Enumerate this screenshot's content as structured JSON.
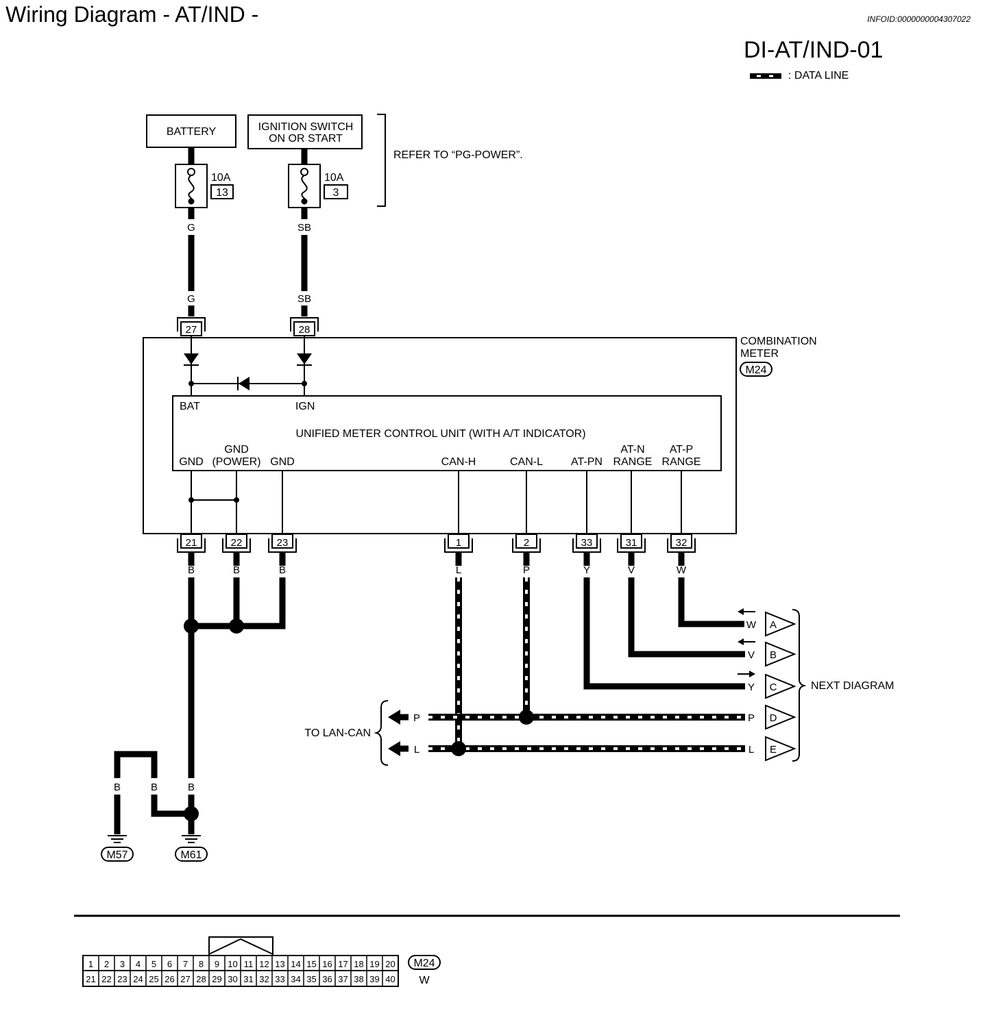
{
  "page": {
    "title": "Wiring Diagram - AT/IND -",
    "info_id": "INFOID:0000000004307022",
    "diagram_id": "DI-AT/IND-01",
    "legend_label": ": DATA LINE",
    "refer_note": "REFER TO “PG-POWER”."
  },
  "power": {
    "battery_label": "BATTERY",
    "ignition_label_line1": "IGNITION SWITCH",
    "ignition_label_line2": "ON OR START",
    "fuses": [
      {
        "amp": "10A",
        "number": "13"
      },
      {
        "amp": "10A",
        "number": "3"
      }
    ]
  },
  "meter": {
    "name_line1": "COMBINATION",
    "name_line2": "METER",
    "connector_id": "M24",
    "inner_unit_label": "UNIFIED METER CONTROL UNIT (WITH A/T INDICATOR)",
    "top_pins": [
      {
        "pin": "27",
        "signal": "BAT",
        "wire_upper": "G",
        "wire_lower": "G"
      },
      {
        "pin": "28",
        "signal": "IGN",
        "wire_upper": "SB",
        "wire_lower": "SB"
      }
    ],
    "bottom_pins": [
      {
        "pin": "21",
        "signal": "GND",
        "signal2": "",
        "wire": "B"
      },
      {
        "pin": "22",
        "signal": "GND",
        "signal2": "(POWER)",
        "wire": "B"
      },
      {
        "pin": "23",
        "signal": "GND",
        "signal2": "",
        "wire": "B"
      },
      {
        "pin": "1",
        "signal": "CAN-H",
        "signal2": "",
        "wire": "L"
      },
      {
        "pin": "2",
        "signal": "CAN-L",
        "signal2": "",
        "wire": "P"
      },
      {
        "pin": "33",
        "signal": "AT-PN",
        "signal2": "",
        "wire": "Y"
      },
      {
        "pin": "31",
        "signal": "AT-N",
        "signal2": "RANGE",
        "wire": "V"
      },
      {
        "pin": "32",
        "signal": "AT-P",
        "signal2": "RANGE",
        "wire": "W"
      }
    ]
  },
  "ground": {
    "wire_labels": [
      "B",
      "B",
      "B"
    ],
    "points": [
      "M57",
      "M61"
    ]
  },
  "outputs": {
    "next_label": "NEXT DIAGRAM",
    "lan_label": "TO LAN-CAN",
    "connectors": [
      {
        "letter": "A",
        "wire": "W"
      },
      {
        "letter": "B",
        "wire": "V"
      },
      {
        "letter": "C",
        "wire": "Y"
      },
      {
        "letter": "D",
        "wire": "P"
      },
      {
        "letter": "E",
        "wire": "L"
      }
    ],
    "lan_wires": [
      "P",
      "L"
    ]
  },
  "connector_table": {
    "row1": [
      "1",
      "2",
      "3",
      "4",
      "5",
      "6",
      "7",
      "8",
      "9",
      "10",
      "11",
      "12",
      "13",
      "14",
      "15",
      "16",
      "17",
      "18",
      "19",
      "20"
    ],
    "row2": [
      "21",
      "22",
      "23",
      "24",
      "25",
      "26",
      "27",
      "28",
      "29",
      "30",
      "31",
      "32",
      "33",
      "34",
      "35",
      "36",
      "37",
      "38",
      "39",
      "40"
    ],
    "connector_id": "M24",
    "color_code": "W"
  }
}
